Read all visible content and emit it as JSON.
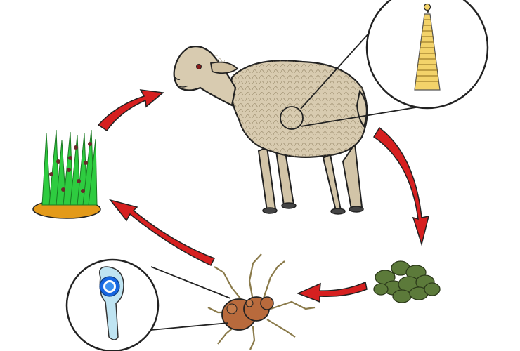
{
  "diagram": {
    "stages": [
      {
        "id": "sheep",
        "icon": "sheep-host-icon"
      },
      {
        "id": "tapeworm-inset",
        "icon": "tapeworm-segment-icon"
      },
      {
        "id": "feces",
        "icon": "fecal-pellets-icon"
      },
      {
        "id": "mite",
        "icon": "oribatid-mite-icon"
      },
      {
        "id": "cysticercoid-inset",
        "icon": "cysticercoid-larva-icon"
      },
      {
        "id": "grass",
        "icon": "grass-with-mites-icon"
      }
    ],
    "arrows": [
      {
        "from": "grass",
        "to": "sheep"
      },
      {
        "from": "sheep",
        "to": "feces"
      },
      {
        "from": "feces",
        "to": "mite"
      },
      {
        "from": "mite",
        "to": "grass"
      }
    ],
    "colors": {
      "arrow": "#d62020",
      "sheep_fill": "#d8cbb0",
      "grass": "#2ecc40",
      "soil": "#e39a1a",
      "mite_body": "#b86a3c",
      "feces": "#5c7a3a",
      "tapeworm": "#f3d36a",
      "larva_blue": "#1565e0"
    }
  }
}
